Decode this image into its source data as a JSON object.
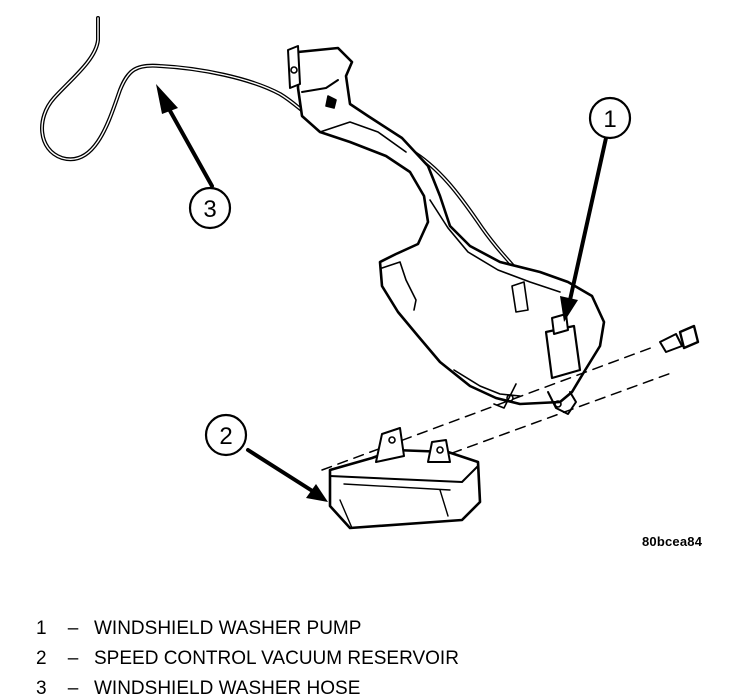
{
  "callouts": [
    {
      "number": "1"
    },
    {
      "number": "2"
    },
    {
      "number": "3"
    }
  ],
  "figure_code": "80bcea84",
  "legend": [
    {
      "number": "1",
      "separator": "–",
      "label": "WINDSHIELD WASHER PUMP"
    },
    {
      "number": "2",
      "separator": "–",
      "label": "SPEED CONTROL VACUUM RESERVOIR"
    },
    {
      "number": "3",
      "separator": "–",
      "label": "WINDSHIELD WASHER HOSE"
    }
  ]
}
